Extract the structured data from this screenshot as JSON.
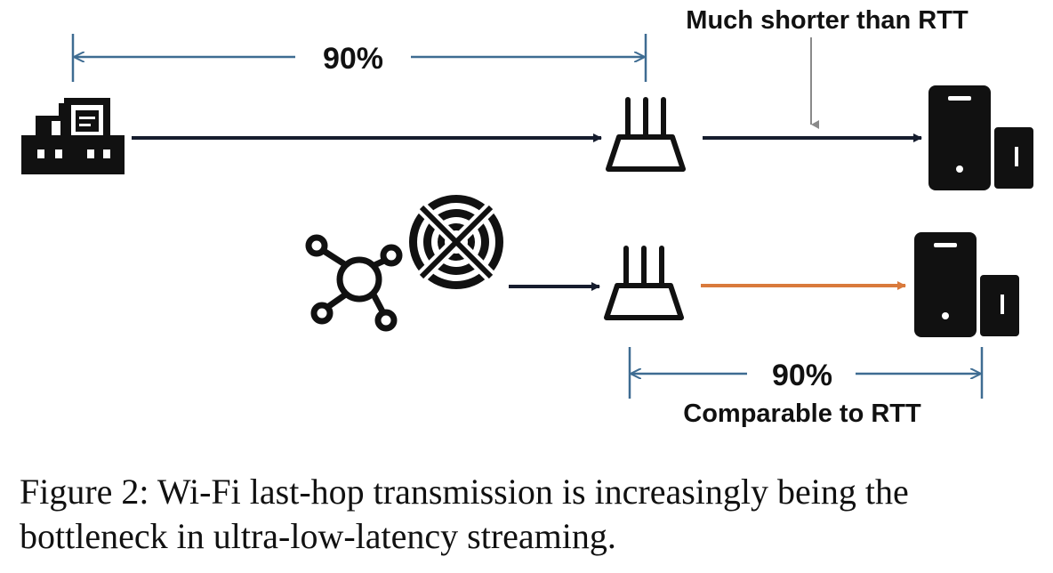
{
  "diagram": {
    "top_measure_label": "90%",
    "top_note": "Much shorter than RTT",
    "bottom_measure_label": "90%",
    "bottom_note": "Comparable to RTT",
    "colors": {
      "measure_line": "#3e6c92",
      "flow_arrow": "#161d2e",
      "bottleneck_arrow": "#d97a3c",
      "note_pointer": "#8a8a8a",
      "icon": "#111111"
    },
    "icons": [
      "server-building-icon",
      "router-icon",
      "client-devices-icon",
      "network-hub-icon",
      "xbox-logo-icon"
    ]
  },
  "caption": {
    "text": "Figure 2: Wi-Fi last-hop transmission is increasingly being the bottleneck in ultra-low-latency streaming."
  }
}
